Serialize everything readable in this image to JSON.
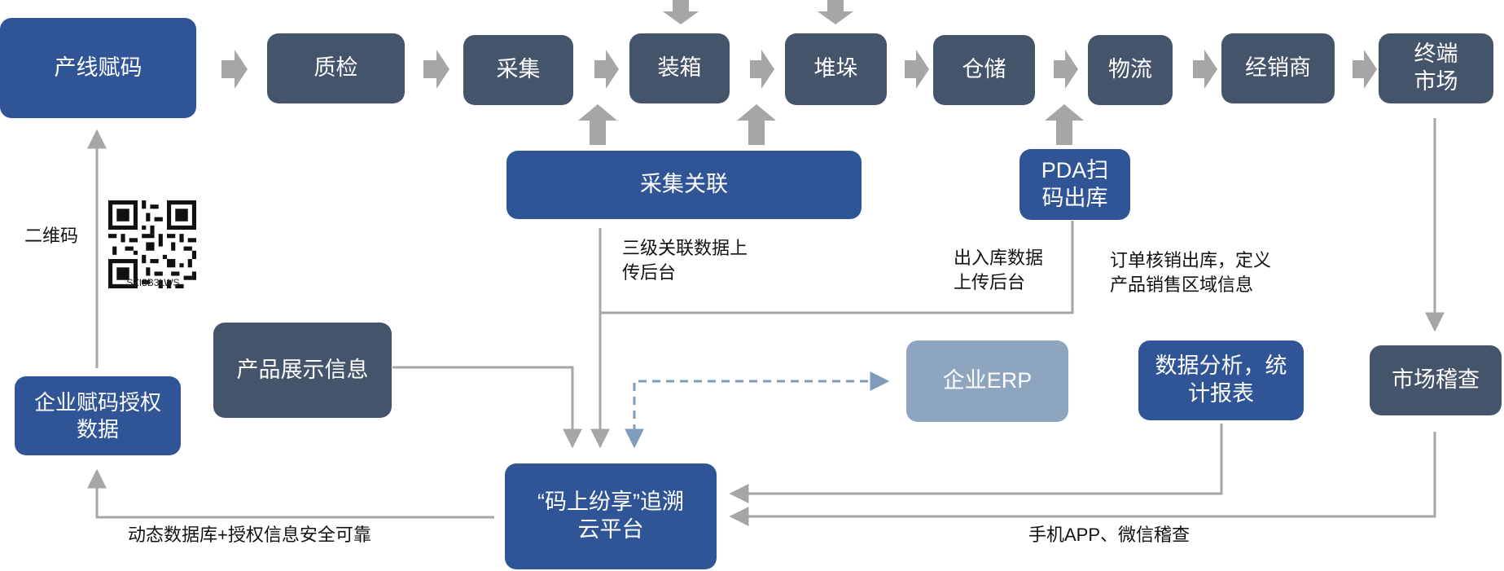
{
  "top_flow": [
    "产线赋码",
    "质检",
    "采集",
    "装箱",
    "堆垛",
    "仓储",
    "物流",
    "经销商",
    "终端\n市场"
  ],
  "nodes": {
    "collect_link": "采集关联",
    "pda": "PDA扫\n码出库",
    "product_info": "产品展示信息",
    "erp": "企业ERP",
    "analytics": "数据分析，统\n计报表",
    "market_check": "市场稽查",
    "auth_data": "企业赋码授权\n数据",
    "platform": "“码上纷享”追溯\n云平台"
  },
  "labels": {
    "qr": "二维码",
    "qr_caption": "SZI3B3LWS",
    "upload_three": "三级关联数据上\n传后台",
    "upload_io": "出入库数据\n上传后台",
    "order": "订单核销出库，定义\n产品销售区域信息",
    "dynamic_db": "动态数据库+授权信息安全可靠",
    "mobile": "手机APP、微信稽查"
  },
  "colors": {
    "blue": "#2f5597",
    "slate": "#44546a",
    "light": "#8ea5bf",
    "arrow": "#a6a6a6",
    "dashed": "#7f9cbb"
  }
}
